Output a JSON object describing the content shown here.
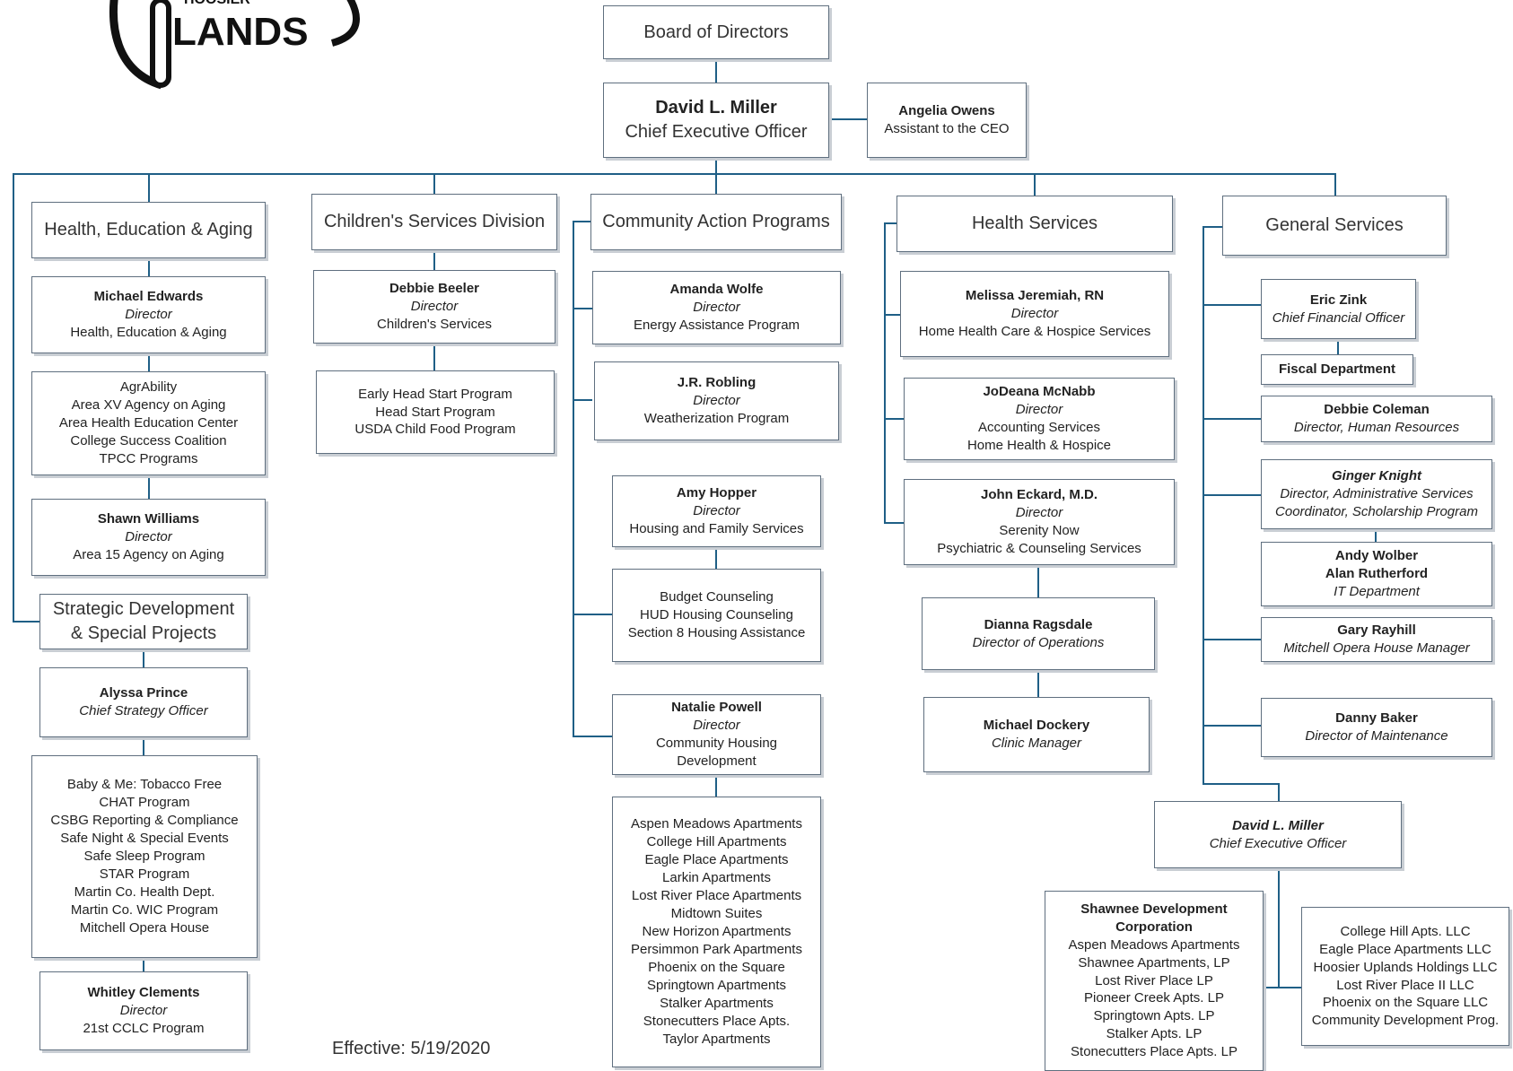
{
  "logo": {
    "text": "LANDS",
    "small_text": "HOOSIER"
  },
  "board": "Board of Directors",
  "ceo": {
    "name": "David L. Miller",
    "title": "Chief Executive Officer"
  },
  "assistant": {
    "name": "Angelia Owens",
    "title": "Assistant to the CEO"
  },
  "heading_hea": "Health, Education & Aging",
  "heading_csd": "Children's Services Division",
  "heading_cap": "Community Action Programs",
  "heading_hs": "Health Services",
  "heading_gs": "General Services",
  "heading_sd": [
    "Strategic Development",
    "& Special Projects"
  ],
  "hea": {
    "edwards": {
      "name": "Michael Edwards",
      "title": "Director",
      "unit": "Health, Education & Aging"
    },
    "programs": [
      "AgrAbility",
      "Area XV Agency on Aging",
      "Area Health Education Center",
      "College Success Coalition",
      "TPCC Programs"
    ],
    "williams": {
      "name": "Shawn Williams",
      "title": "Director",
      "unit": "Area 15 Agency on Aging"
    }
  },
  "sd": {
    "prince": {
      "name": "Alyssa Prince",
      "title": "Chief Strategy Officer"
    },
    "programs": [
      "Baby & Me: Tobacco Free",
      "CHAT Program",
      "CSBG Reporting & Compliance",
      "Safe Night & Special Events",
      "Safe Sleep Program",
      "STAR Program",
      "Martin Co. Health Dept.",
      "Martin Co. WIC Program",
      "Mitchell Opera House"
    ],
    "clements": {
      "name": "Whitley Clements",
      "title": "Director",
      "unit": "21st CCLC Program"
    }
  },
  "csd": {
    "beeler": {
      "name": "Debbie Beeler",
      "title": "Director",
      "unit": "Children's Services"
    },
    "programs": [
      "Early Head Start Program",
      "Head Start Program",
      "USDA Child Food Program"
    ]
  },
  "cap": {
    "wolfe": {
      "name": "Amanda Wolfe",
      "title": "Director",
      "unit": "Energy Assistance Program"
    },
    "robling": {
      "name": "J.R. Robling",
      "title": "Director",
      "unit": "Weatherization Program"
    },
    "hopper": {
      "name": "Amy Hopper",
      "title": "Director",
      "unit": "Housing and Family Services"
    },
    "housing": [
      "Budget Counseling",
      "HUD Housing Counseling",
      "Section 8 Housing Assistance"
    ],
    "powell": {
      "name": "Natalie Powell",
      "title": "Director",
      "unit": [
        "Community Housing",
        "Development"
      ]
    },
    "apartments": [
      "Aspen Meadows Apartments",
      "College Hill Apartments",
      "Eagle Place Apartments",
      "Larkin Apartments",
      "Lost River Place Apartments",
      "Midtown Suites",
      "New Horizon Apartments",
      "Persimmon Park Apartments",
      "Phoenix on the Square",
      "Springtown Apartments",
      "Stalker Apartments",
      "Stonecutters Place Apts.",
      "Taylor Apartments"
    ]
  },
  "hs": {
    "jeremiah": {
      "name": "Melissa Jeremiah, RN",
      "title": "Director",
      "unit": "Home Health Care & Hospice Services"
    },
    "mcnabb": {
      "name": "JoDeana McNabb",
      "title": "Director",
      "unit": [
        "Accounting Services",
        "Home Health & Hospice"
      ]
    },
    "eckard": {
      "name": "John Eckard, M.D.",
      "title": "Director",
      "unit": [
        "Serenity Now",
        "Psychiatric & Counseling Services"
      ]
    },
    "ragsdale": {
      "name": "Dianna Ragsdale",
      "title": "Director of Operations"
    },
    "dockery": {
      "name": "Michael Dockery",
      "title": "Clinic Manager"
    }
  },
  "gs": {
    "zink": {
      "name": "Eric Zink",
      "title": "Chief Financial Officer"
    },
    "fiscal": "Fiscal Department",
    "coleman": {
      "name": "Debbie Coleman",
      "title": "Director, Human Resources"
    },
    "knight": {
      "name": "Ginger Knight",
      "title": [
        "Director, Administrative Services",
        "Coordinator, Scholarship Program"
      ]
    },
    "it": {
      "names": [
        "Andy Wolber",
        "Alan Rutherford"
      ],
      "title": "IT Department"
    },
    "rayhill": {
      "name": "Gary Rayhill",
      "title": "Mitchell Opera House Manager"
    },
    "baker": {
      "name": "Danny Baker",
      "title": "Director of Maintenance"
    },
    "miller2": {
      "name": "David L. Miller",
      "title": "Chief Executive Officer"
    },
    "shawnee": {
      "name": [
        "Shawnee Development",
        "Corporation"
      ],
      "items": [
        "Aspen Meadows Apartments",
        "Shawnee Apartments, LP",
        "Lost River Place LP",
        "Pioneer Creek Apts. LP",
        "Springtown Apts. LP",
        "Stalker Apts. LP",
        "Stonecutters Place Apts. LP"
      ]
    },
    "llcs": [
      "College Hill Apts. LLC",
      "Eagle Place Apartments LLC",
      "Hoosier Uplands Holdings LLC",
      "Lost River Place II LLC",
      "Phoenix on the Square LLC",
      "Community Development Prog."
    ]
  },
  "effective": "Effective: 5/19/2020"
}
